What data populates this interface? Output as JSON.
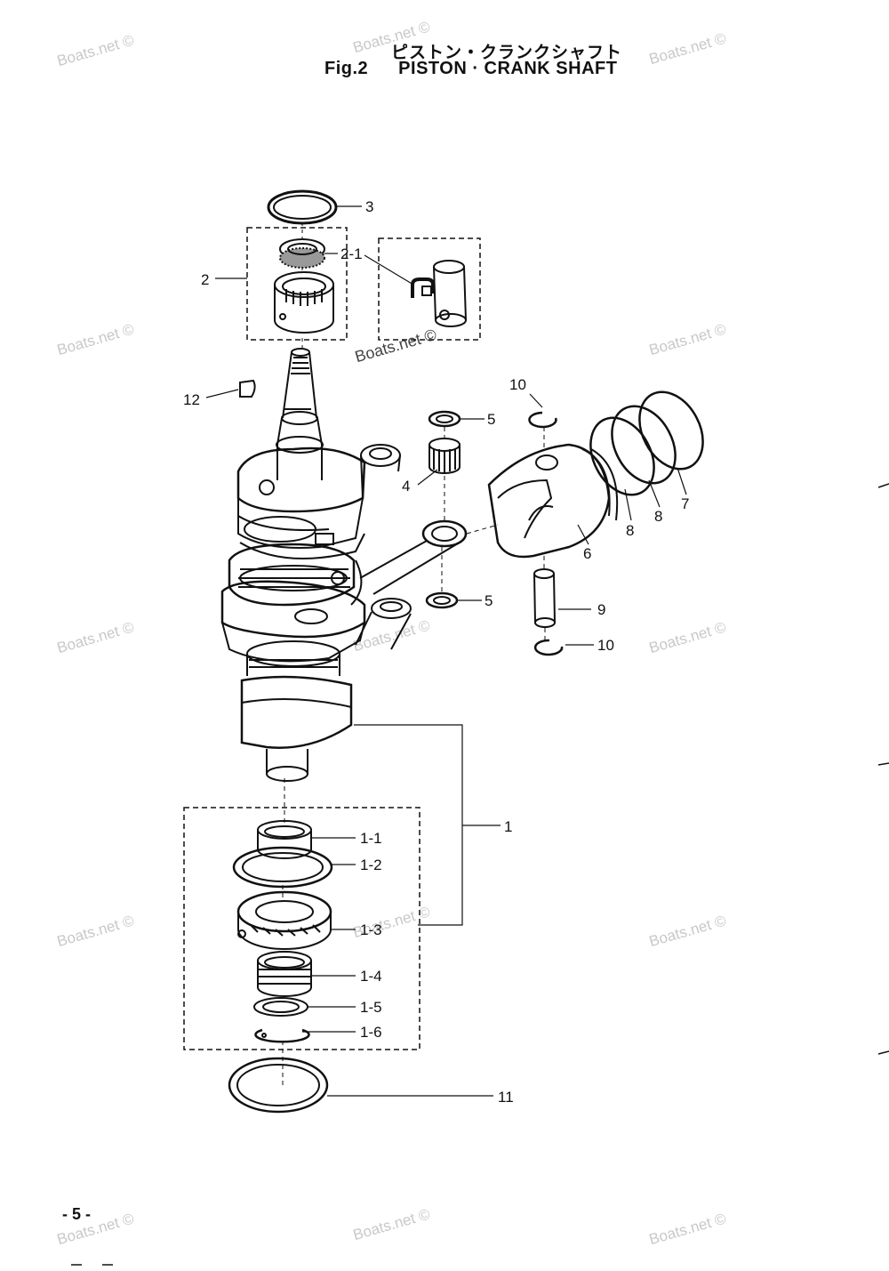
{
  "header": {
    "title_jp": "ピストン・クランクシャフト",
    "fig_label": "Fig.2",
    "title_en": "PISTON · CRANK SHAFT"
  },
  "page_number": "- 5 -",
  "watermark": "Boats.net ©",
  "callouts": {
    "c1": "1",
    "c1_1": "1-1",
    "c1_2": "1-2",
    "c1_3": "1-3",
    "c1_4": "1-4",
    "c1_5": "1-5",
    "c1_6": "1-6",
    "c2": "2",
    "c2_1": "2-1",
    "c3": "3",
    "c4": "4",
    "c5a": "5",
    "c5b": "5",
    "c6": "6",
    "c7": "7",
    "c8a": "8",
    "c8b": "8",
    "c9": "9",
    "c10a": "10",
    "c10b": "10",
    "c11": "11",
    "c12": "12"
  },
  "icons": {
    "grease": "grease-symbol-icon"
  }
}
